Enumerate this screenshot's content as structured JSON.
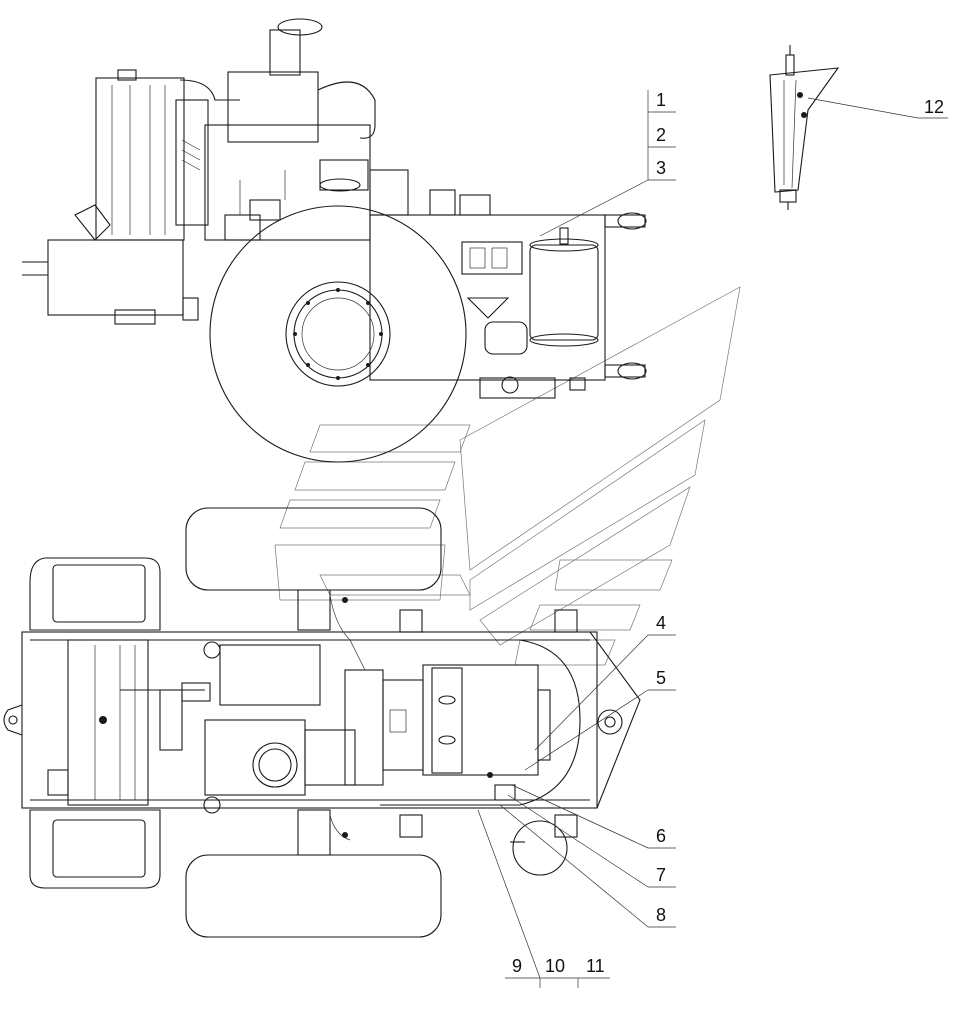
{
  "callouts": [
    {
      "id": "1",
      "label": "1"
    },
    {
      "id": "2",
      "label": "2"
    },
    {
      "id": "3",
      "label": "3"
    },
    {
      "id": "4",
      "label": "4"
    },
    {
      "id": "5",
      "label": "5"
    },
    {
      "id": "6",
      "label": "6"
    },
    {
      "id": "7",
      "label": "7"
    },
    {
      "id": "8",
      "label": "8"
    },
    {
      "id": "9",
      "label": "9"
    },
    {
      "id": "10",
      "label": "10"
    },
    {
      "id": "11",
      "label": "11"
    },
    {
      "id": "12",
      "label": "12"
    }
  ],
  "colors": {
    "line": "#1a1a1a",
    "background": "#ffffff",
    "watermark": "#777777"
  }
}
